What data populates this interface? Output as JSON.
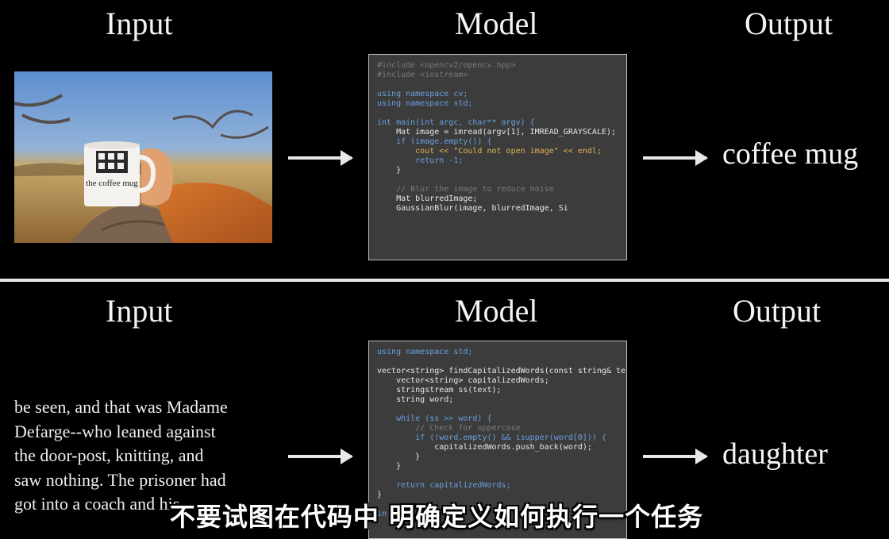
{
  "top": {
    "input_heading": "Input",
    "model_heading": "Model",
    "output_heading": "Output",
    "output_value": "coffee mug",
    "mug_text": "the coffee mug"
  },
  "bottom": {
    "input_heading": "Input",
    "model_heading": "Model",
    "output_heading": "Output",
    "output_value": "daughter",
    "passage": [
      "be seen, and that was Madame",
      "Defarge--who leaned against",
      "the door-post, knitting, and",
      "saw nothing. The prisoner had",
      "got into a coach and his"
    ]
  },
  "code_top": [
    "#include <opencv2/opencv.hpp>",
    "#include <iostream>",
    "",
    "using namespace cv;",
    "using namespace std;",
    "",
    "int main(int argc, char** argv) {",
    "    Mat image = imread(argv[1], IMREAD_GRAYSCALE);",
    "    if (image.empty()) {",
    "        cout << \"Could not open image\" << endl;",
    "        return -1;",
    "    }",
    "",
    "    // Blur the image to reduce noise",
    "    Mat blurredImage;",
    "    GaussianBlur(image, blurredImage, Si"
  ],
  "code_bottom": [
    "using namespace std;",
    "",
    "vector<string> findCapitalizedWords(const string& text) {",
    "    vector<string> capitalizedWords;",
    "    stringstream ss(text);",
    "    string word;",
    "",
    "    while (ss >> word) {",
    "        // Check for uppercase",
    "        if (!word.empty() && isupper(word[0])) {",
    "            capitalizedWords.push_back(word);",
    "        }",
    "    }",
    "",
    "    return capitalizedWords;",
    "}",
    "",
    "in"
  ],
  "subtitle": "不要试图在代码中 明确定义如何执行一个任务",
  "colors": {
    "background": "#000000",
    "divider": "#e6e6e6",
    "code_bg": "#3c3c3c",
    "keyword": "#6aa0e0",
    "string": "#e0b454",
    "comment": "#7a7a7a"
  }
}
